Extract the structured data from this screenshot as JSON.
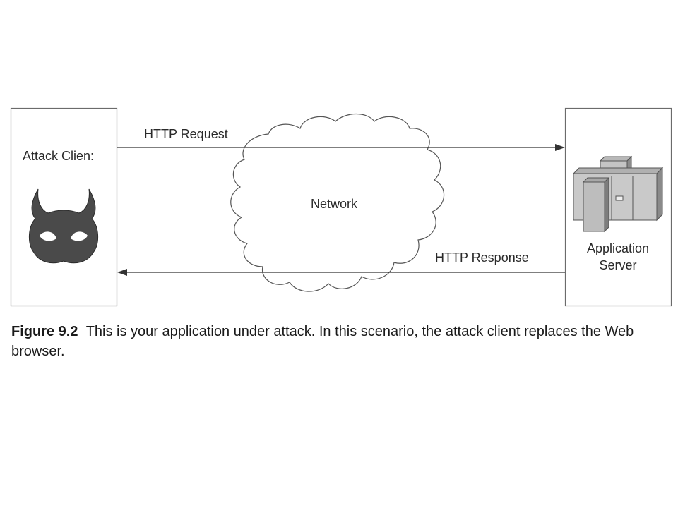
{
  "diagram": {
    "client_label": "Attack Clien:",
    "request_label": "HTTP Request",
    "response_label": "HTTP Response",
    "network_label": "Network",
    "server_label_line1": "Application",
    "server_label_line2": "Server"
  },
  "caption": {
    "figure_label": "Figure 9.2",
    "text": "This is your application under attack. In this scenario, the attack client replaces the Web browser."
  },
  "icons": {
    "client": "devil-mask-icon",
    "server": "server-cabinet-icon",
    "network": "cloud-icon"
  }
}
